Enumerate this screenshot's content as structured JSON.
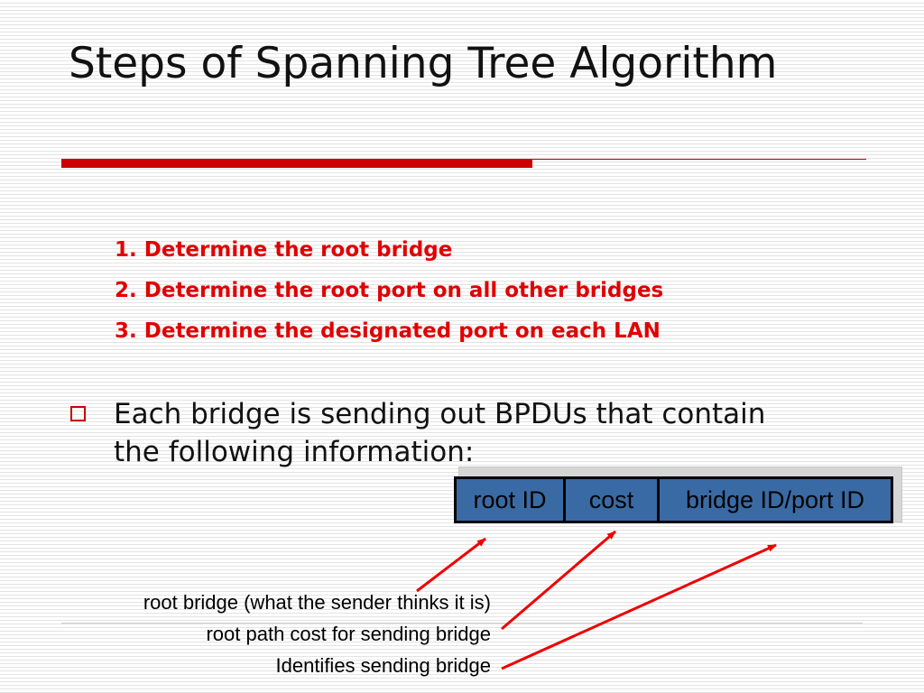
{
  "slide": {
    "title": "Steps of Spanning Tree Algorithm",
    "accent_color": "#cc0000",
    "steps": [
      "1. Determine the root bridge",
      "2. Determine the root port on all other bridges",
      "3. Determine the designated port on each LAN"
    ],
    "bullet": {
      "icon": "hollow-square-bullet-icon",
      "text": "Each bridge is sending out BPDUs that contain the following information:"
    },
    "bpdu_fields": [
      "root ID",
      "cost",
      "bridge ID/port ID"
    ],
    "bpdu_fill_color": "#3a6aa4",
    "annotations": [
      "root bridge (what the sender thinks it is)",
      "root path cost for sending bridge",
      "Identifies sending bridge"
    ],
    "arrow_color": "#ee0000"
  }
}
